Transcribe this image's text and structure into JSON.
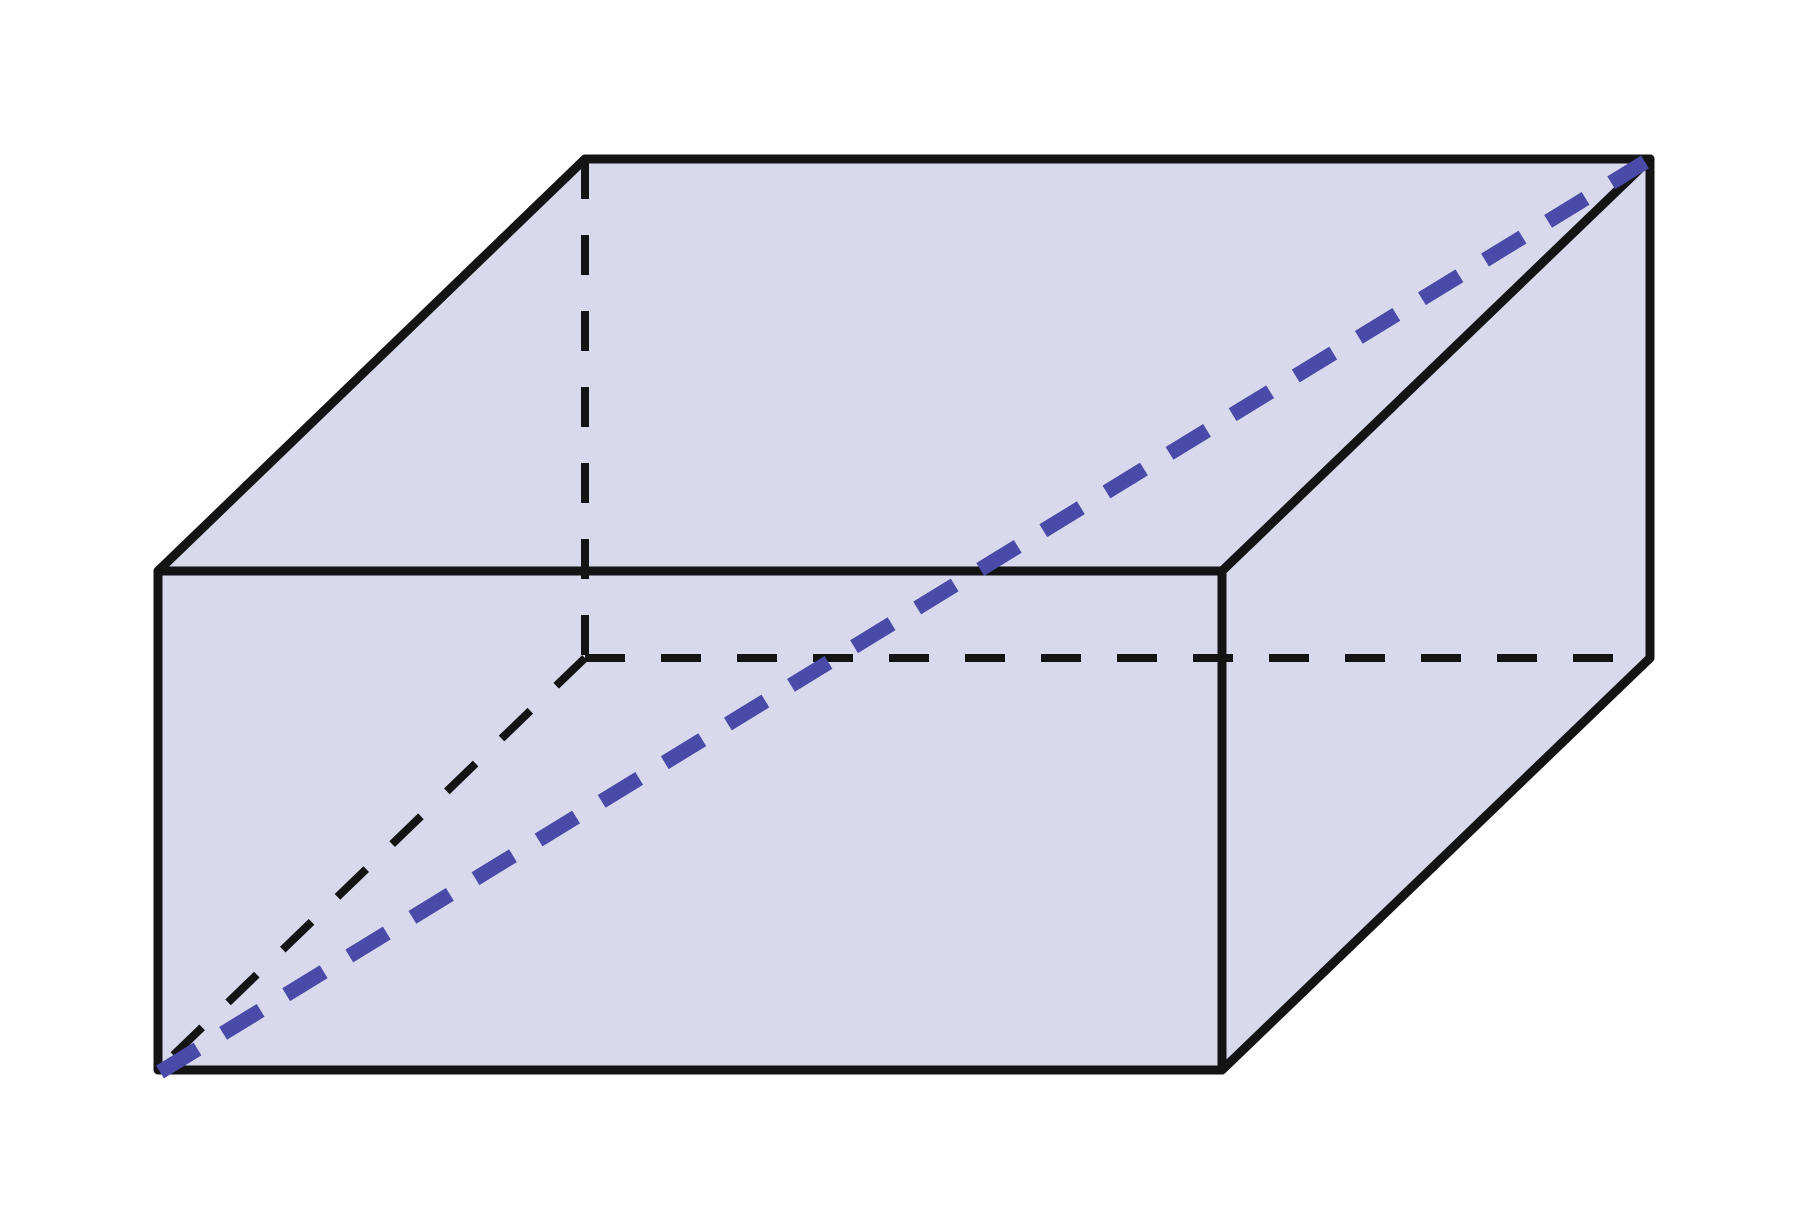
{
  "diagram": {
    "type": "rectangular-prism",
    "colors": {
      "face_fill": "#d9d9ed",
      "edge_stroke": "#141414",
      "diagonal_stroke": "#4a4aa8",
      "background": "#ffffff"
    },
    "edges": {
      "visible": [
        "front-top",
        "front-bottom",
        "front-left",
        "front-right",
        "top-back",
        "top-left-slant",
        "top-right-slant",
        "right-back-vertical",
        "right-bottom-slant"
      ],
      "hidden": [
        "back-vertical",
        "back-horizontal",
        "back-bottom-slant"
      ]
    },
    "space_diagonal": {
      "style": "dashed"
    }
  }
}
